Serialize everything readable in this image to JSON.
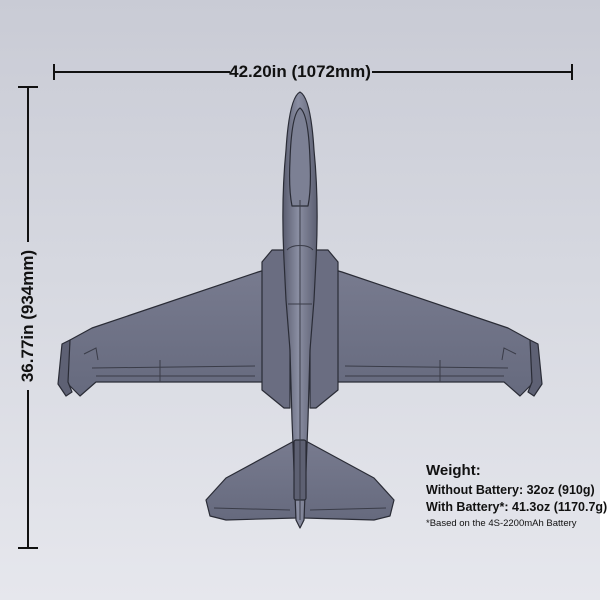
{
  "dimensions": {
    "width_label": "42.20in (1072mm)",
    "height_label": "36.77in (934mm)"
  },
  "weight": {
    "title": "Weight:",
    "without_battery": "Without Battery: 32oz (910g)",
    "with_battery": "With Battery*: 41.3oz (1170.7g)",
    "note": "*Based on the 4S-2200mAh Battery"
  },
  "colors": {
    "background_top": "#c9cbd5",
    "background_bottom": "#e6e7ed",
    "aircraft_fill": "#6e7185",
    "aircraft_outline": "#2a2c36",
    "dimension_line": "#111111"
  }
}
